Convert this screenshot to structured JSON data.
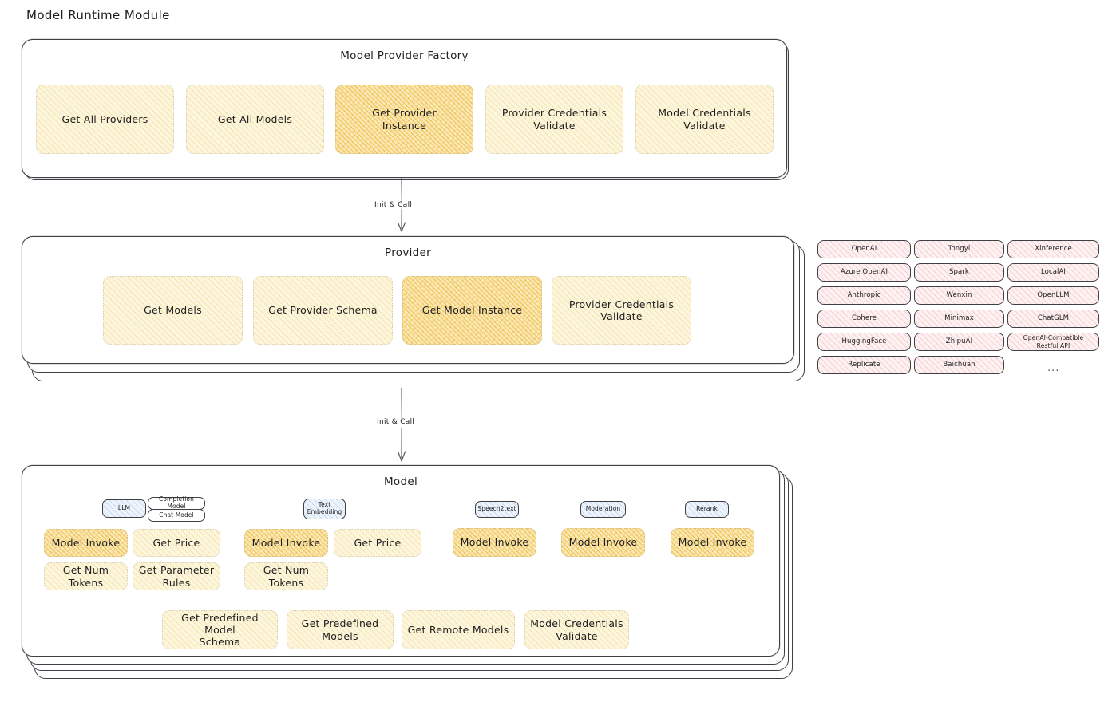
{
  "page": {
    "title": "Model Runtime Module"
  },
  "connectors": [
    {
      "label": "Init & Call"
    },
    {
      "label": "Init & Call"
    }
  ],
  "factory": {
    "title": "Model Provider Factory",
    "nodes": [
      {
        "label": "Get All Providers",
        "highlight": false
      },
      {
        "label": "Get All Models",
        "highlight": false
      },
      {
        "label": "Get Provider\nInstance",
        "highlight": true
      },
      {
        "label": "Provider Credentials\nValidate",
        "highlight": false
      },
      {
        "label": "Model Credentials\nValidate",
        "highlight": false
      }
    ]
  },
  "provider": {
    "title": "Provider",
    "nodes": [
      {
        "label": "Get Models",
        "highlight": false
      },
      {
        "label": "Get Provider Schema",
        "highlight": false
      },
      {
        "label": "Get Model Instance",
        "highlight": true
      },
      {
        "label": "Provider Credentials\nValidate",
        "highlight": false
      }
    ]
  },
  "provider_list": {
    "ellipsis": "...",
    "columns": [
      {
        "items": [
          "OpenAI",
          "Azure OpenAI",
          "Anthropic",
          "Cohere",
          "HuggingFace",
          "Replicate"
        ]
      },
      {
        "items": [
          "Tongyi",
          "Spark",
          "Wenxin",
          "Minimax",
          "ZhipuAI",
          "Baichuan"
        ]
      },
      {
        "items": [
          "Xinference",
          "LocalAI",
          "OpenLLM",
          "ChatGLM",
          "OpenAI-Compatible Restful API"
        ]
      }
    ]
  },
  "model": {
    "title": "Model",
    "ellipsis": "...",
    "types": [
      {
        "label": "LLM",
        "style": "blue"
      },
      {
        "label": "Completion Model",
        "style": "white"
      },
      {
        "label": "Chat Model",
        "style": "white"
      },
      {
        "label": "Text\nEmbedding",
        "style": "blue"
      },
      {
        "label": "Speech2text",
        "style": "blue"
      },
      {
        "label": "Moderation",
        "style": "blue"
      },
      {
        "label": "Rerank",
        "style": "blue"
      }
    ],
    "groups": [
      {
        "name": "llm",
        "nodes": [
          {
            "label": "Model Invoke",
            "highlight": true
          },
          {
            "label": "Get Price",
            "highlight": false
          },
          {
            "label": "Get Num Tokens",
            "highlight": false
          },
          {
            "label": "Get Parameter\nRules",
            "highlight": false
          }
        ]
      },
      {
        "name": "text-embedding",
        "nodes": [
          {
            "label": "Model Invoke",
            "highlight": true
          },
          {
            "label": "Get Price",
            "highlight": false
          },
          {
            "label": "Get Num Tokens",
            "highlight": false
          }
        ]
      },
      {
        "name": "speech2text",
        "nodes": [
          {
            "label": "Model Invoke",
            "highlight": true
          }
        ]
      },
      {
        "name": "moderation",
        "nodes": [
          {
            "label": "Model Invoke",
            "highlight": true
          }
        ]
      },
      {
        "name": "rerank",
        "nodes": [
          {
            "label": "Model Invoke",
            "highlight": true
          }
        ]
      }
    ],
    "common_nodes": [
      {
        "label": "Get Predefined Model\nSchema"
      },
      {
        "label": "Get Predefined\nModels"
      },
      {
        "label": "Get Remote Models"
      },
      {
        "label": "Model Credentials\nValidate"
      }
    ]
  }
}
